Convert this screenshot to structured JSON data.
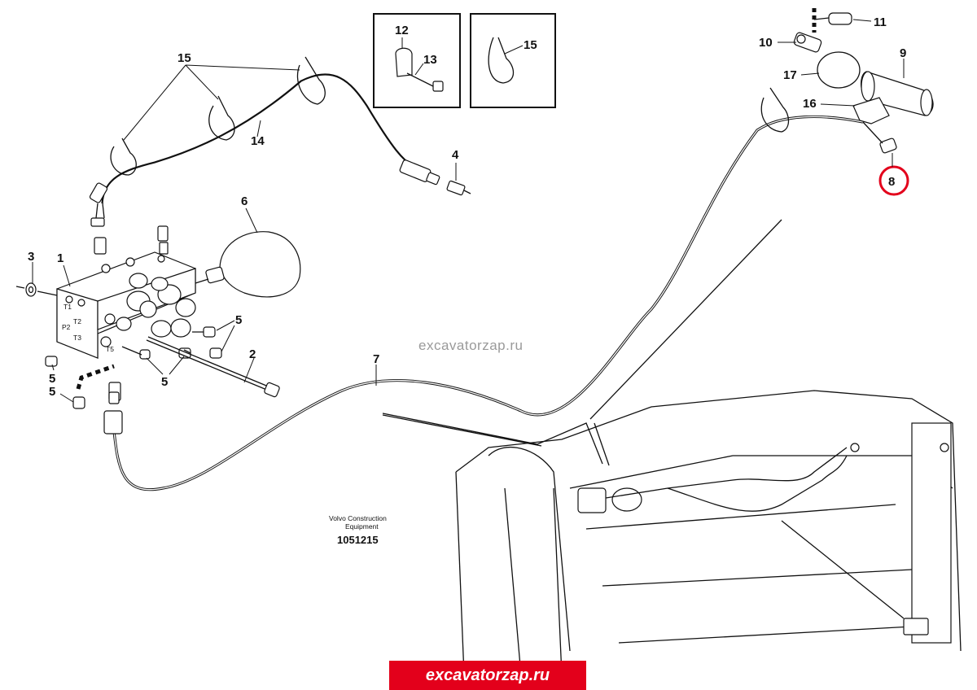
{
  "diagram": {
    "part_numbers": {
      "p1": "1",
      "p2": "2",
      "p3": "3",
      "p4": "4",
      "p5": "5",
      "p6": "6",
      "p7": "7",
      "p8": "8",
      "p9": "9",
      "p10": "10",
      "p11": "11",
      "p12": "12",
      "p13": "13",
      "p14": "14",
      "p15": "15",
      "p16": "16",
      "p17": "17"
    },
    "highlighted_part": "8",
    "highlight_color": "#e3001b",
    "block_port_marks": [
      "T1",
      "T2",
      "P2",
      "T3",
      "T5"
    ],
    "watermark": "excavatorzap.ru",
    "manufacturer_note_line1": "Volvo Construction",
    "manufacturer_note_line2": "Equipment",
    "drawing_number": "1051215"
  },
  "banner": {
    "text": "excavatorzap.ru",
    "color": "#e3001b"
  }
}
